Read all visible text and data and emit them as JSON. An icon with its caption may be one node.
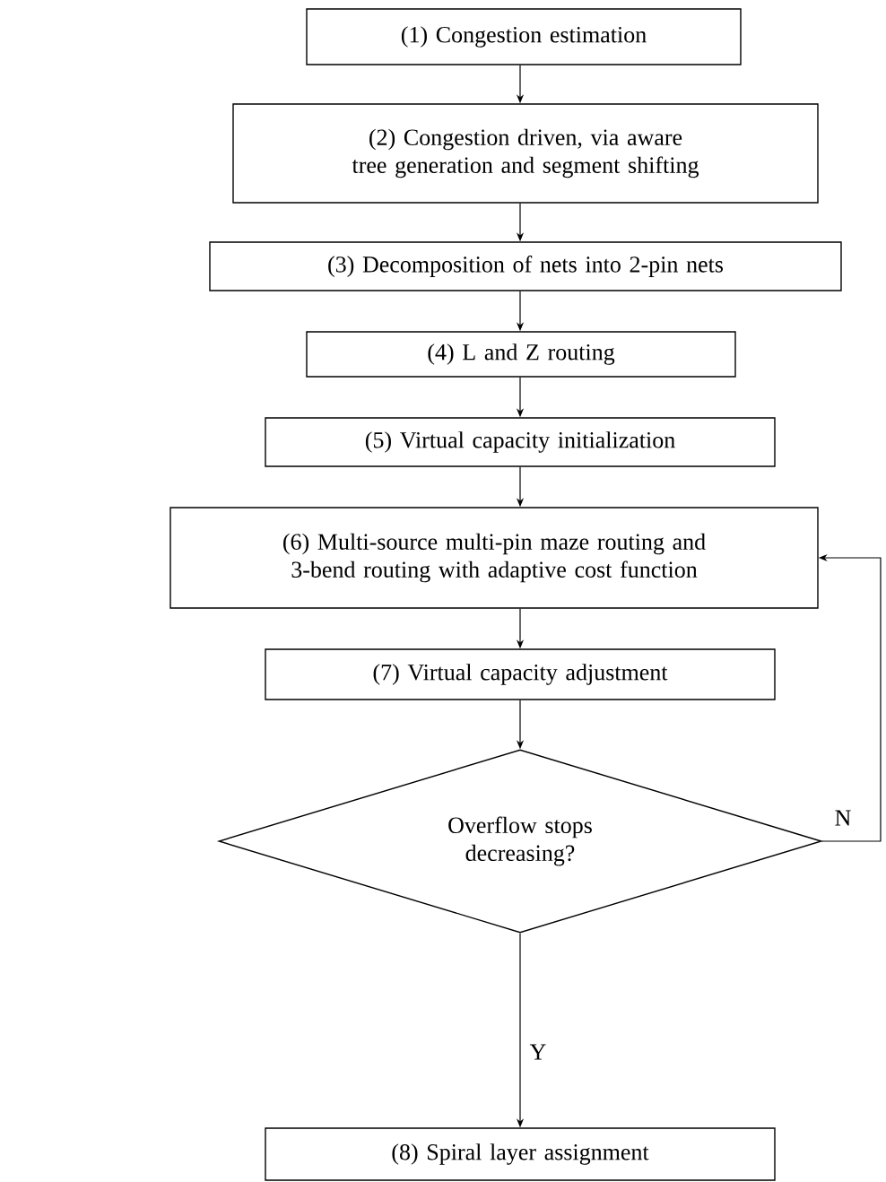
{
  "diagram": {
    "nodes": [
      {
        "text": [
          "(1) Congestion estimation"
        ]
      },
      {
        "text": [
          "(2) Congestion driven, via aware tree generation and segment shifting"
        ]
      },
      {
        "text": [
          "(3) Decomposition of nets into 2-pin nets"
        ]
      },
      {
        "text": [
          "(4) L and Z routing"
        ]
      },
      {
        "text": [
          "(5) Virtual capacity initialization"
        ]
      },
      {
        "text": [
          "(6) Multi-source multi-pin maze routing and 3-bend routing with adaptive cost function"
        ]
      },
      {
        "text": [
          "(7) Virtual capacity adjustment"
        ]
      },
      {
        "text": [
          "Overflow stops decreasing?"
        ]
      },
      {
        "text": [
          "(8) Spiral layer assignment"
        ]
      }
    ],
    "edges": [
      {
        "from": 0,
        "to": 1,
        "arrow": "to"
      },
      {
        "from": 1,
        "to": 2,
        "arrow": "to"
      },
      {
        "from": 2,
        "to": 3,
        "arrow": "to"
      },
      {
        "from": 3,
        "to": 4,
        "arrow": "to"
      },
      {
        "from": 4,
        "to": 5,
        "arrow": "to"
      },
      {
        "from": 5,
        "to": 6,
        "arrow": "to"
      },
      {
        "from": 6,
        "to": 7,
        "arrow": "to"
      },
      {
        "from": 7,
        "to": 8,
        "label": "Y",
        "arrow": "to"
      },
      {
        "from": 7,
        "to": 5,
        "label": "N",
        "arrow": "to"
      }
    ]
  }
}
